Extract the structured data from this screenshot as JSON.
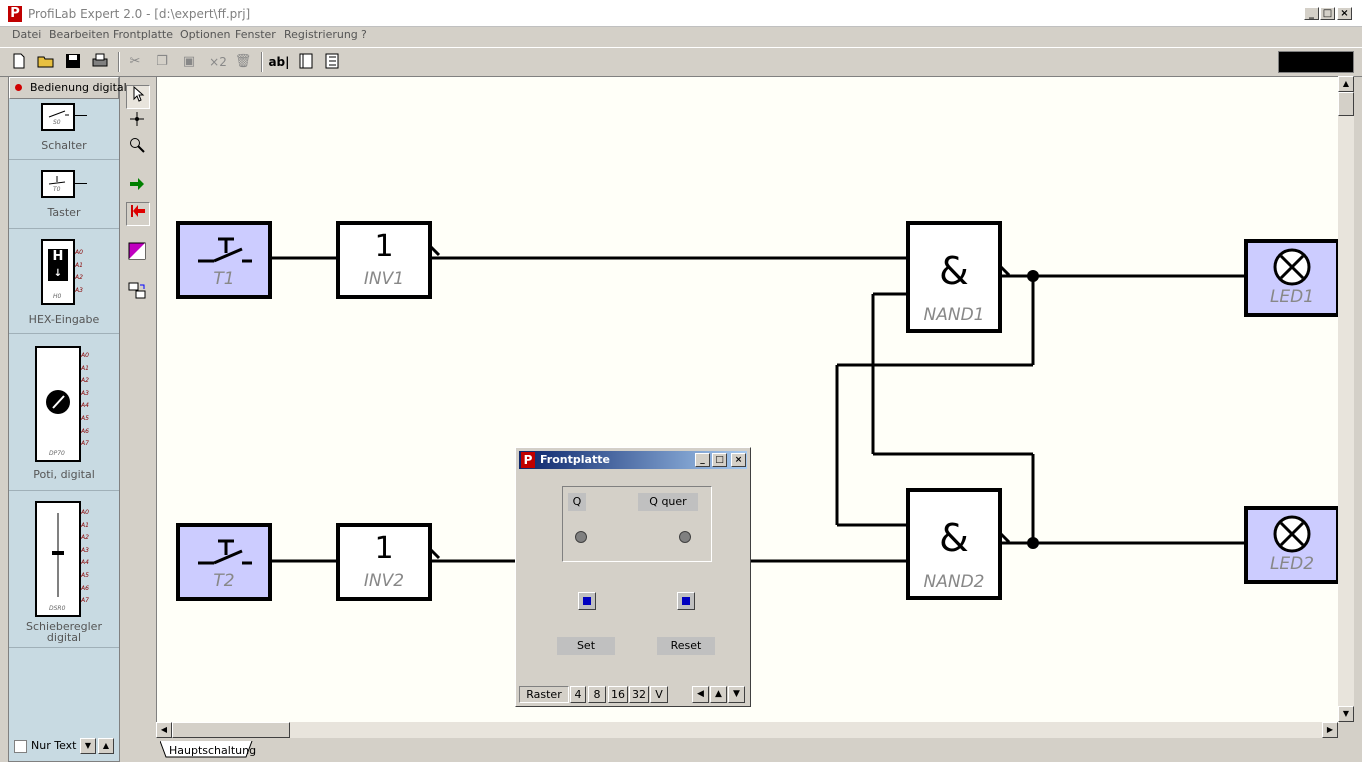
{
  "window": {
    "title": "ProfiLab Expert 2.0 - [d:\\expert\\ff.prj]",
    "app_icon": "P"
  },
  "menu": [
    "Datei",
    "Bearbeiten",
    "Frontplatte",
    "Optionen",
    "Fenster",
    "Registrierung",
    "?"
  ],
  "toolbar": {
    "x2_label": "×2",
    "text_tool": "ab|"
  },
  "library": {
    "header": "Bedienung digital",
    "items": [
      {
        "label": "Schalter",
        "code": "S0"
      },
      {
        "label": "Taster",
        "code": "T0"
      },
      {
        "label": "HEX-Eingabe",
        "code": "H0",
        "glyph": "H"
      },
      {
        "label": "Poti, digital",
        "code": "DP70"
      },
      {
        "label": "Schieberegler digital",
        "code": "DSR0"
      }
    ],
    "pins8": [
      "A0",
      "A1",
      "A2",
      "A3",
      "A4",
      "A5",
      "A6",
      "A7"
    ],
    "pins4": [
      "A0",
      "A1",
      "A2",
      "A3"
    ],
    "nur_text": "Nur Text"
  },
  "components": {
    "t1": "T1",
    "t2": "T2",
    "inv_symbol": "1",
    "inv1": "INV1",
    "inv2": "INV2",
    "nand_symbol": "&",
    "nand1": "NAND1",
    "nand2": "NAND2",
    "led1": "LED1",
    "led2": "LED2"
  },
  "frontplatte": {
    "title": "Frontplatte",
    "q_label": "Q",
    "qquer_label": "Q quer",
    "set_label": "Set",
    "reset_label": "Reset",
    "raster": [
      "Raster",
      "4",
      "8",
      "16",
      "32",
      "V"
    ]
  },
  "tab": "Hauptschaltung",
  "colors": {
    "block_fill": "#ccccff",
    "canvas": "#fffff8",
    "library_bg": "#c8dae2"
  }
}
